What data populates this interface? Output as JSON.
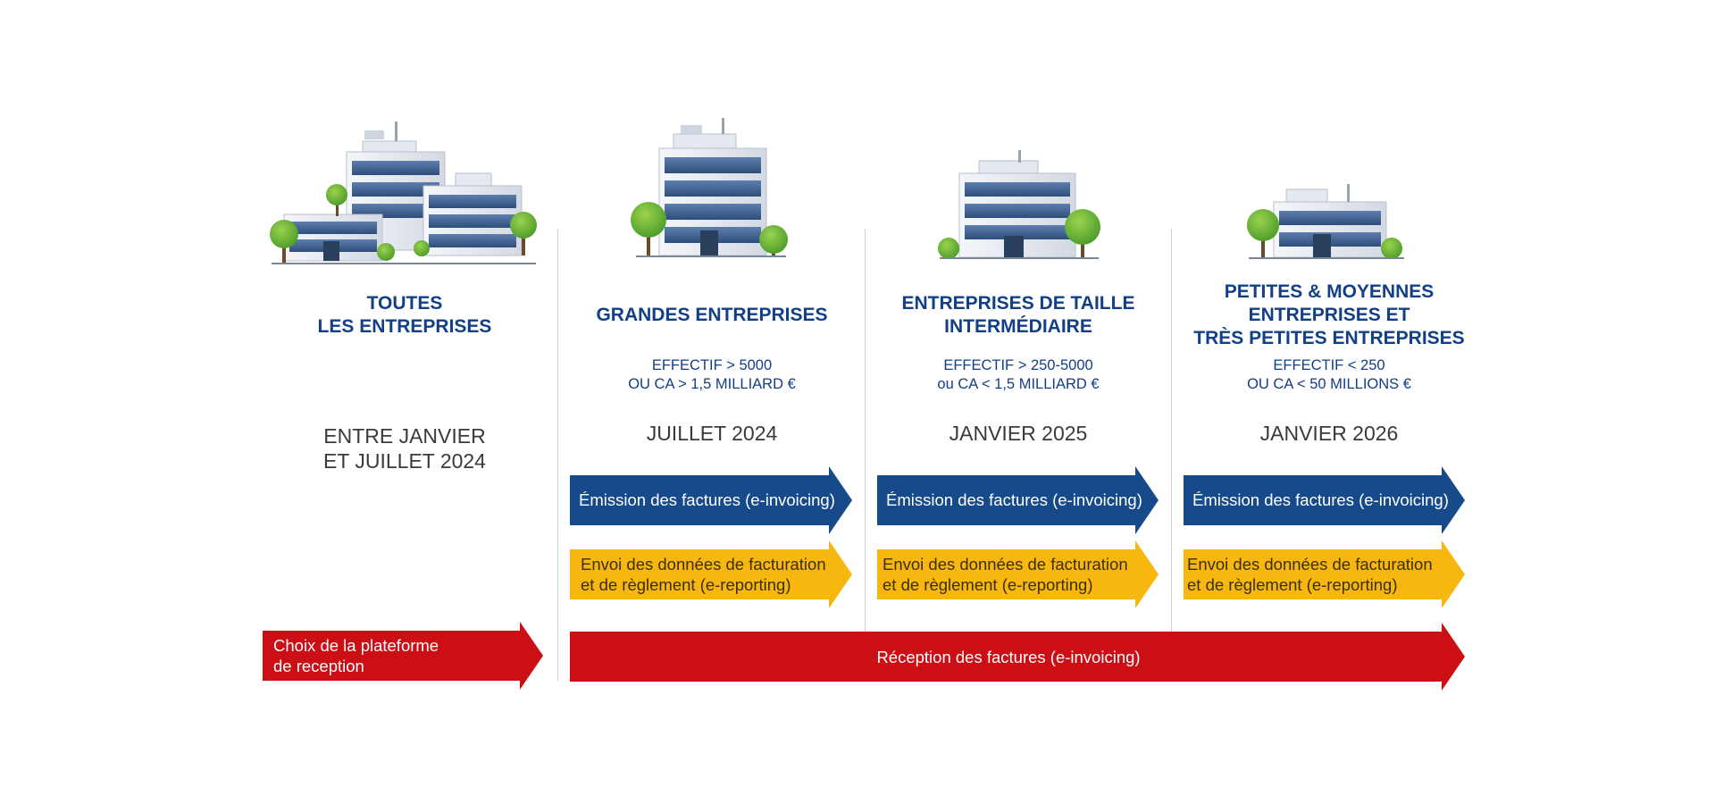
{
  "colors": {
    "title_blue": "#123f85",
    "arrow_blue": "#174a8b",
    "arrow_yellow": "#f7b70e",
    "arrow_red": "#cc0e15",
    "divider": "#c9d3e6",
    "date_text": "#3a3a3a"
  },
  "columns": [
    {
      "icon": "office-buildings-cluster-icon",
      "title_lines": [
        "TOUTES",
        "LES ENTREPRISES"
      ],
      "criteria_lines": [],
      "date_lines": [
        "ENTRE JANVIER",
        "ET JUILLET 2024"
      ]
    },
    {
      "icon": "tall-office-building-icon",
      "title_lines": [
        "GRANDES ENTREPRISES"
      ],
      "criteria_lines": [
        "EFFECTIF > 5000",
        "OU CA > 1,5 MILLIARD €"
      ],
      "date_lines": [
        "JUILLET 2024"
      ],
      "emission_label": "Émission des factures (e-invoicing)",
      "reporting_lines": [
        "Envoi des données de facturation",
        "et de règlement (e-reporting)"
      ]
    },
    {
      "icon": "medium-office-building-icon",
      "title_lines": [
        "ENTREPRISES DE TAILLE",
        "INTERMÉDIAIRE"
      ],
      "criteria_lines": [
        "EFFECTIF > 250-5000",
        "ou CA < 1,5 MILLIARD €"
      ],
      "date_lines": [
        "JANVIER 2025"
      ],
      "emission_label": "Émission des factures (e-invoicing)",
      "reporting_lines": [
        "Envoi des données de facturation",
        "et de règlement (e-reporting)"
      ]
    },
    {
      "icon": "small-office-building-icon",
      "title_lines": [
        "PETITES & MOYENNES",
        "ENTREPRISES ET",
        "TRÈS PETITES ENTREPRISES"
      ],
      "criteria_lines": [
        "EFFECTIF < 250",
        "OU CA < 50 MILLIONS €"
      ],
      "date_lines": [
        "JANVIER 2026"
      ],
      "emission_label": "Émission des factures (e-invoicing)",
      "reporting_lines": [
        "Envoi des données de facturation",
        "et de règlement (e-reporting)"
      ]
    }
  ],
  "platform_choice_lines": [
    "Choix de la plateforme",
    "de reception"
  ],
  "reception_label": "Réception des factures (e-invoicing)"
}
